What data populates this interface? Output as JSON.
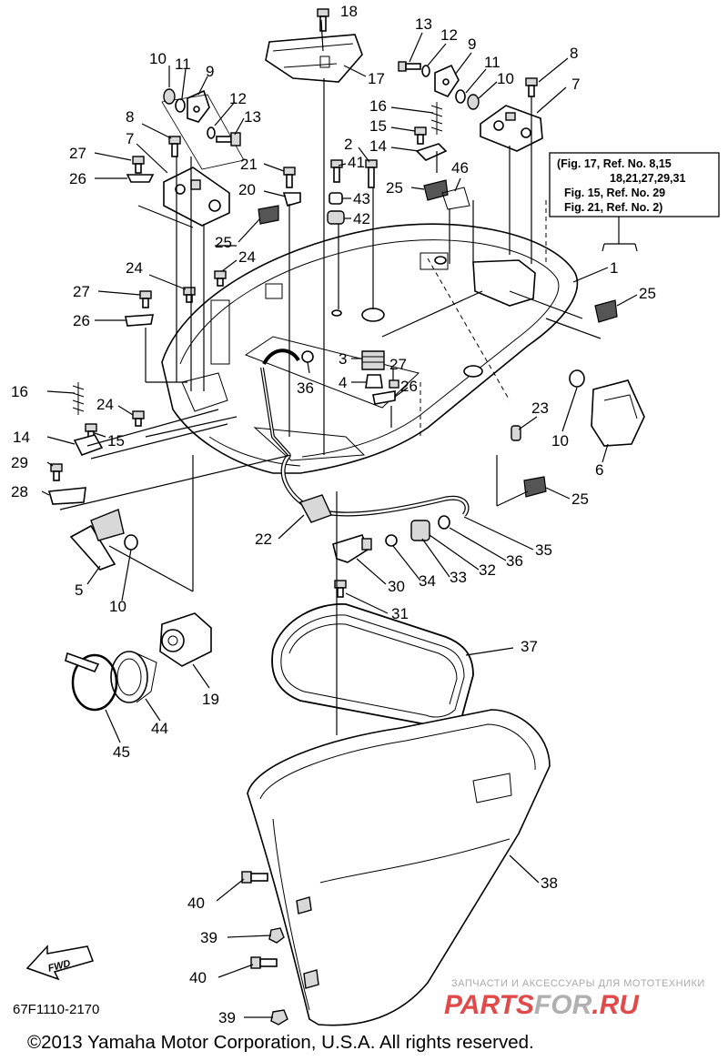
{
  "diagram": {
    "callouts": [
      {
        "id": "c18",
        "text": "18"
      },
      {
        "id": "c13a",
        "text": "13"
      },
      {
        "id": "c12a",
        "text": "12"
      },
      {
        "id": "c9a",
        "text": "9"
      },
      {
        "id": "c8a",
        "text": "8"
      },
      {
        "id": "c17",
        "text": "17"
      },
      {
        "id": "c11a",
        "text": "11"
      },
      {
        "id": "c10a",
        "text": "10"
      },
      {
        "id": "c7a",
        "text": "7"
      },
      {
        "id": "c10b",
        "text": "10"
      },
      {
        "id": "c11b",
        "text": "11"
      },
      {
        "id": "c9b",
        "text": "9"
      },
      {
        "id": "c12b",
        "text": "12"
      },
      {
        "id": "c13b",
        "text": "13"
      },
      {
        "id": "c16a",
        "text": "16"
      },
      {
        "id": "c15a",
        "text": "15"
      },
      {
        "id": "c2",
        "text": "2"
      },
      {
        "id": "c14a",
        "text": "14"
      },
      {
        "id": "c8b",
        "text": "8"
      },
      {
        "id": "c7b",
        "text": "7"
      },
      {
        "id": "c27a",
        "text": "27"
      },
      {
        "id": "c26a",
        "text": "26"
      },
      {
        "id": "c21",
        "text": "21"
      },
      {
        "id": "c41",
        "text": "41"
      },
      {
        "id": "c46",
        "text": "46"
      },
      {
        "id": "c20",
        "text": "20"
      },
      {
        "id": "c43",
        "text": "43"
      },
      {
        "id": "c25a",
        "text": "25"
      },
      {
        "id": "c42",
        "text": "42"
      },
      {
        "id": "c25b",
        "text": "25"
      },
      {
        "id": "c24a",
        "text": "24"
      },
      {
        "id": "c24b",
        "text": "24"
      },
      {
        "id": "c1",
        "text": "1"
      },
      {
        "id": "c27b",
        "text": "27"
      },
      {
        "id": "c25c",
        "text": "25"
      },
      {
        "id": "c26b",
        "text": "26"
      },
      {
        "id": "c3",
        "text": "3"
      },
      {
        "id": "c4",
        "text": "4"
      },
      {
        "id": "c27c",
        "text": "27"
      },
      {
        "id": "c26c",
        "text": "26"
      },
      {
        "id": "c36a",
        "text": "36"
      },
      {
        "id": "c16b",
        "text": "16"
      },
      {
        "id": "c24c",
        "text": "24"
      },
      {
        "id": "c23",
        "text": "23"
      },
      {
        "id": "c10c",
        "text": "10"
      },
      {
        "id": "c14b",
        "text": "14"
      },
      {
        "id": "c15b",
        "text": "15"
      },
      {
        "id": "c6",
        "text": "6"
      },
      {
        "id": "c29",
        "text": "29"
      },
      {
        "id": "c28",
        "text": "28"
      },
      {
        "id": "c25d",
        "text": "25"
      },
      {
        "id": "c22",
        "text": "22"
      },
      {
        "id": "c35",
        "text": "35"
      },
      {
        "id": "c36b",
        "text": "36"
      },
      {
        "id": "c32",
        "text": "32"
      },
      {
        "id": "c33",
        "text": "33"
      },
      {
        "id": "c34",
        "text": "34"
      },
      {
        "id": "c30",
        "text": "30"
      },
      {
        "id": "c5",
        "text": "5"
      },
      {
        "id": "c10d",
        "text": "10"
      },
      {
        "id": "c31",
        "text": "31"
      },
      {
        "id": "c37",
        "text": "37"
      },
      {
        "id": "c19",
        "text": "19"
      },
      {
        "id": "c44",
        "text": "44"
      },
      {
        "id": "c45",
        "text": "45"
      },
      {
        "id": "c38",
        "text": "38"
      },
      {
        "id": "c40a",
        "text": "40"
      },
      {
        "id": "c39a",
        "text": "39"
      },
      {
        "id": "c40b",
        "text": "40"
      },
      {
        "id": "c39b",
        "text": "39"
      }
    ],
    "reference_note": {
      "lines": [
        "(Fig. 17, Ref. No. 8,15",
        "18,21,27,29,31",
        "Fig. 15, Ref. No. 29",
        "Fig. 21, Ref. No. 2)"
      ]
    },
    "fwd_label": "FWD",
    "drawing_code": "67F1110-2170",
    "copyright": "©2013 Yamaha Motor Corporation, U.S.A. All rights reserved.",
    "watermark": {
      "tagline": "ЗАПЧАСТИ И АКСЕССУАРЫ ДЛЯ МОТОТЕХНИКИ",
      "brand_a": "PARTS",
      "brand_b": "FOR",
      "brand_c": ".RU",
      "brand_color": "#e04a4a",
      "accent_color": "#b0b0b0"
    }
  }
}
